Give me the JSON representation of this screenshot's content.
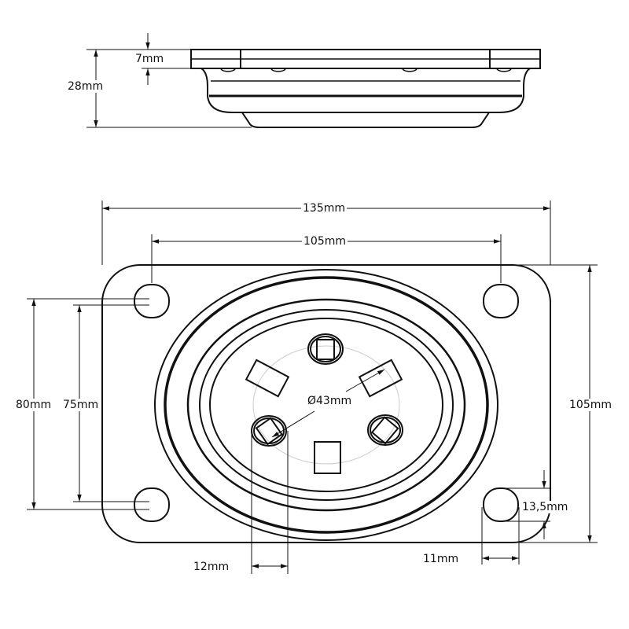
{
  "dimensions": {
    "flange_thickness": "7mm",
    "total_height": "28mm",
    "overall_width": "135mm",
    "hole_spacing_width": "105mm",
    "overall_height_left": "80mm",
    "hole_spacing_height": "75mm",
    "overall_height_right": "105mm",
    "pin_circle_diameter": "Ø43mm",
    "pin_diameter": "12mm",
    "hole_width": "11mm",
    "hole_height": "13,5mm"
  }
}
